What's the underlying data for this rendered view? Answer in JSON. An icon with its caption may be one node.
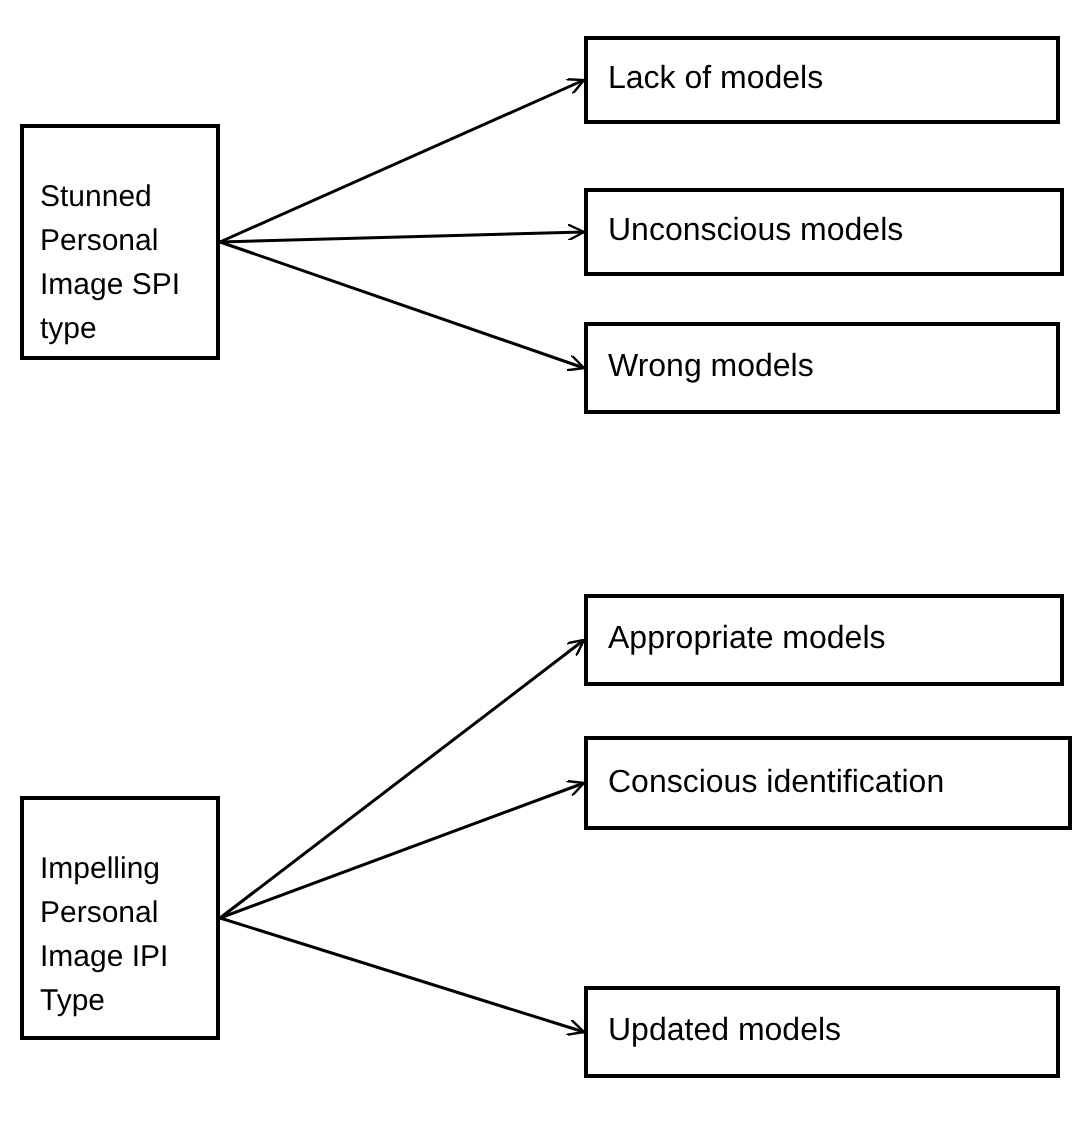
{
  "diagram": {
    "nodes": [
      {
        "text": [
          "Stunned Personal Image SPI type"
        ]
      },
      {
        "text": [
          "Lack of models"
        ]
      },
      {
        "text": [
          "Unconscious models"
        ]
      },
      {
        "text": [
          "Wrong models"
        ]
      },
      {
        "text": [
          "Impelling Personal Image IPI Type"
        ]
      },
      {
        "text": [
          "Appropriate models"
        ]
      },
      {
        "text": [
          "Conscious identification"
        ]
      },
      {
        "text": [
          "Updated models"
        ]
      }
    ],
    "edges": [
      {
        "from": 0,
        "to": 1,
        "arrow": "to"
      },
      {
        "from": 0,
        "to": 2,
        "arrow": "to"
      },
      {
        "from": 0,
        "to": 3,
        "arrow": "to"
      },
      {
        "from": 4,
        "to": 5,
        "arrow": "to"
      },
      {
        "from": 4,
        "to": 6,
        "arrow": "to"
      },
      {
        "from": 4,
        "to": 7,
        "arrow": "to"
      }
    ]
  }
}
